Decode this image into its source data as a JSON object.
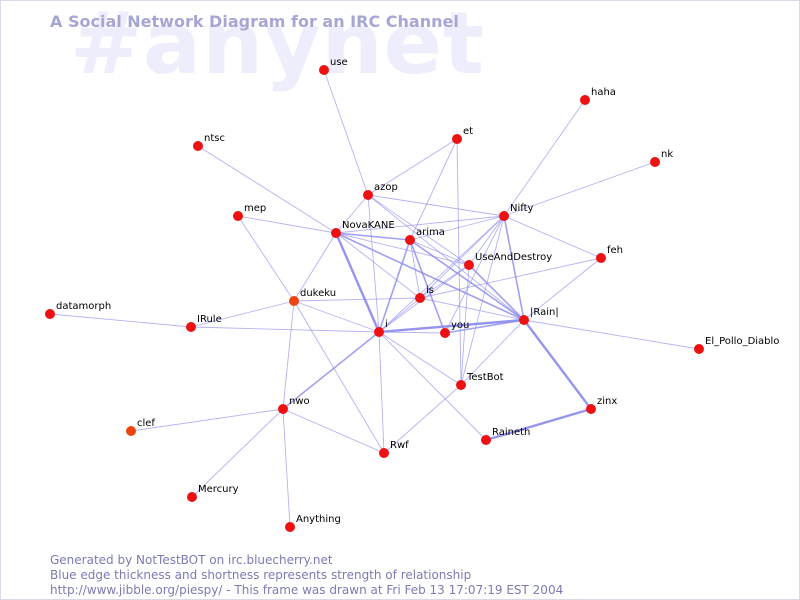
{
  "watermark": "#anynet",
  "title": "A Social Network Diagram for an IRC Channel",
  "footer": {
    "line1": "Generated by NotTestBOT on irc.bluecherry.net",
    "line2": "Blue edge thickness and shortness represents strength of relationship",
    "line3": "http://www.jibble.org/piespy/ - This frame was drawn at Fri Feb 13 17:07:19 EST 2004"
  },
  "colors": {
    "node": "#ee1111",
    "node_alt": "#ee4411",
    "edge": "#8a8aee",
    "title": "#a6a6d6",
    "watermark": "#ededfb",
    "footer": "#7b7bb3"
  },
  "nodes": [
    {
      "id": "use",
      "label": "use"
    },
    {
      "id": "haha",
      "label": "haha"
    },
    {
      "id": "et",
      "label": "et"
    },
    {
      "id": "ntsc",
      "label": "ntsc"
    },
    {
      "id": "nk",
      "label": "nk"
    },
    {
      "id": "azop",
      "label": "azop"
    },
    {
      "id": "Nifty",
      "label": "Nifty"
    },
    {
      "id": "mep",
      "label": "mep"
    },
    {
      "id": "NovaKANE",
      "label": "NovaKANE"
    },
    {
      "id": "arima",
      "label": "arima"
    },
    {
      "id": "feh",
      "label": "feh"
    },
    {
      "id": "UseAndDestroy",
      "label": "UseAndDestroy"
    },
    {
      "id": "is",
      "label": "is"
    },
    {
      "id": "dukeku",
      "label": "dukeku"
    },
    {
      "id": "datamorph",
      "label": "datamorph"
    },
    {
      "id": "Rain",
      "label": "|Rain|"
    },
    {
      "id": "IRule",
      "label": "IRule"
    },
    {
      "id": "i",
      "label": "i"
    },
    {
      "id": "you",
      "label": "you"
    },
    {
      "id": "El_Pollo_Diablo",
      "label": "El_Pollo_Diablo"
    },
    {
      "id": "TestBot",
      "label": "TestBot"
    },
    {
      "id": "nwo",
      "label": "nwo"
    },
    {
      "id": "zinx",
      "label": "zinx"
    },
    {
      "id": "clef",
      "label": "clef"
    },
    {
      "id": "Raineth",
      "label": "Raineth"
    },
    {
      "id": "Rwf",
      "label": "Rwf"
    },
    {
      "id": "Mercury",
      "label": "Mercury"
    },
    {
      "id": "Anything",
      "label": "Anything"
    }
  ],
  "edges": [
    {
      "from": "use",
      "to": "azop",
      "weight": 1
    },
    {
      "from": "azop",
      "to": "i",
      "weight": 1
    },
    {
      "from": "azop",
      "to": "Nifty",
      "weight": 1
    },
    {
      "from": "azop",
      "to": "et",
      "weight": 1
    },
    {
      "from": "azop",
      "to": "NovaKANE",
      "weight": 1
    },
    {
      "from": "azop",
      "to": "UseAndDestroy",
      "weight": 1
    },
    {
      "from": "azop",
      "to": "Rain",
      "weight": 1
    },
    {
      "from": "haha",
      "to": "Nifty",
      "weight": 1
    },
    {
      "from": "nk",
      "to": "Nifty",
      "weight": 1
    },
    {
      "from": "et",
      "to": "arima",
      "weight": 1
    },
    {
      "from": "et",
      "to": "TestBot",
      "weight": 1
    },
    {
      "from": "ntsc",
      "to": "NovaKANE",
      "weight": 1
    },
    {
      "from": "mep",
      "to": "NovaKANE",
      "weight": 1
    },
    {
      "from": "mep",
      "to": "dukeku",
      "weight": 1
    },
    {
      "from": "NovaKANE",
      "to": "arima",
      "weight": 2
    },
    {
      "from": "NovaKANE",
      "to": "Nifty",
      "weight": 1
    },
    {
      "from": "NovaKANE",
      "to": "i",
      "weight": 3
    },
    {
      "from": "NovaKANE",
      "to": "Rain",
      "weight": 2
    },
    {
      "from": "NovaKANE",
      "to": "is",
      "weight": 1
    },
    {
      "from": "NovaKANE",
      "to": "dukeku",
      "weight": 1
    },
    {
      "from": "NovaKANE",
      "to": "UseAndDestroy",
      "weight": 1
    },
    {
      "from": "arima",
      "to": "Nifty",
      "weight": 1
    },
    {
      "from": "arima",
      "to": "UseAndDestroy",
      "weight": 1
    },
    {
      "from": "arima",
      "to": "i",
      "weight": 2
    },
    {
      "from": "arima",
      "to": "Rain",
      "weight": 2
    },
    {
      "from": "arima",
      "to": "is",
      "weight": 1
    },
    {
      "from": "arima",
      "to": "you",
      "weight": 2
    },
    {
      "from": "Nifty",
      "to": "Rain",
      "weight": 2
    },
    {
      "from": "Nifty",
      "to": "UseAndDestroy",
      "weight": 1
    },
    {
      "from": "Nifty",
      "to": "feh",
      "weight": 1
    },
    {
      "from": "Nifty",
      "to": "i",
      "weight": 1
    },
    {
      "from": "Nifty",
      "to": "is",
      "weight": 1
    },
    {
      "from": "Nifty",
      "to": "you",
      "weight": 1
    },
    {
      "from": "Nifty",
      "to": "TestBot",
      "weight": 1
    },
    {
      "from": "UseAndDestroy",
      "to": "Rain",
      "weight": 2
    },
    {
      "from": "UseAndDestroy",
      "to": "i",
      "weight": 1
    },
    {
      "from": "UseAndDestroy",
      "to": "is",
      "weight": 1
    },
    {
      "from": "UseAndDestroy",
      "to": "TestBot",
      "weight": 1
    },
    {
      "from": "feh",
      "to": "is",
      "weight": 1
    },
    {
      "from": "feh",
      "to": "Rain",
      "weight": 1
    },
    {
      "from": "is",
      "to": "i",
      "weight": 1
    },
    {
      "from": "is",
      "to": "Rain",
      "weight": 1
    },
    {
      "from": "is",
      "to": "dukeku",
      "weight": 1
    },
    {
      "from": "dukeku",
      "to": "i",
      "weight": 1
    },
    {
      "from": "dukeku",
      "to": "nwo",
      "weight": 1
    },
    {
      "from": "dukeku",
      "to": "Rwf",
      "weight": 1
    },
    {
      "from": "dukeku",
      "to": "IRule",
      "weight": 1
    },
    {
      "from": "datamorph",
      "to": "IRule",
      "weight": 1
    },
    {
      "from": "IRule",
      "to": "i",
      "weight": 1
    },
    {
      "from": "i",
      "to": "Rain",
      "weight": 3
    },
    {
      "from": "i",
      "to": "you",
      "weight": 1
    },
    {
      "from": "i",
      "to": "TestBot",
      "weight": 1
    },
    {
      "from": "i",
      "to": "nwo",
      "weight": 2
    },
    {
      "from": "i",
      "to": "Rwf",
      "weight": 1
    },
    {
      "from": "i",
      "to": "Raineth",
      "weight": 1
    },
    {
      "from": "you",
      "to": "Rain",
      "weight": 2
    },
    {
      "from": "Rain",
      "to": "zinx",
      "weight": 3
    },
    {
      "from": "Rain",
      "to": "El_Pollo_Diablo",
      "weight": 1
    },
    {
      "from": "Rain",
      "to": "TestBot",
      "weight": 1
    },
    {
      "from": "TestBot",
      "to": "Rwf",
      "weight": 1
    },
    {
      "from": "zinx",
      "to": "Raineth",
      "weight": 3
    },
    {
      "from": "nwo",
      "to": "clef",
      "weight": 1
    },
    {
      "from": "nwo",
      "to": "Mercury",
      "weight": 1
    },
    {
      "from": "nwo",
      "to": "Anything",
      "weight": 1
    },
    {
      "from": "nwo",
      "to": "Rwf",
      "weight": 1
    }
  ]
}
